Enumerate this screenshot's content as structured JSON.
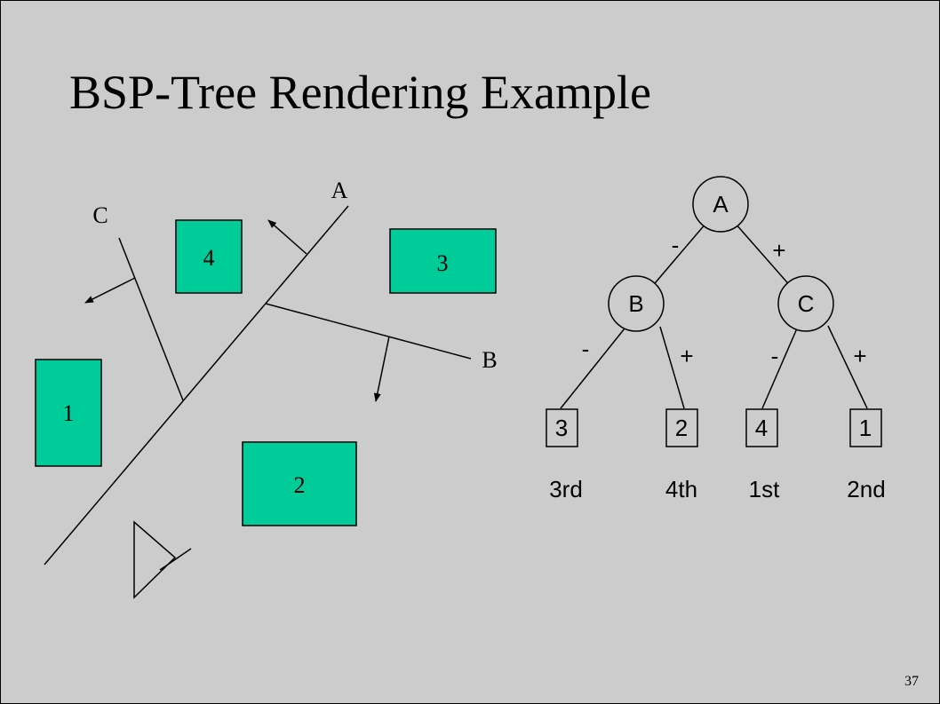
{
  "slide": {
    "title": "BSP-Tree Rendering Example",
    "page_number": "37"
  },
  "scene": {
    "line_labels": {
      "a": "A",
      "b": "B",
      "c": "C"
    },
    "regions": [
      {
        "label": "4"
      },
      {
        "label": "3"
      },
      {
        "label": "1"
      },
      {
        "label": "2"
      }
    ],
    "region_color": "#00cc99"
  },
  "tree": {
    "nodes": {
      "root": "A",
      "left": "B",
      "right": "C"
    },
    "edge_signs": {
      "root_left": "-",
      "root_right": "+",
      "b_left": "-",
      "b_right": "+",
      "c_left": "-",
      "c_right": "+"
    },
    "leaves": [
      "3",
      "2",
      "4",
      "1"
    ],
    "order": [
      "3rd",
      "4th",
      "1st",
      "2nd"
    ]
  }
}
